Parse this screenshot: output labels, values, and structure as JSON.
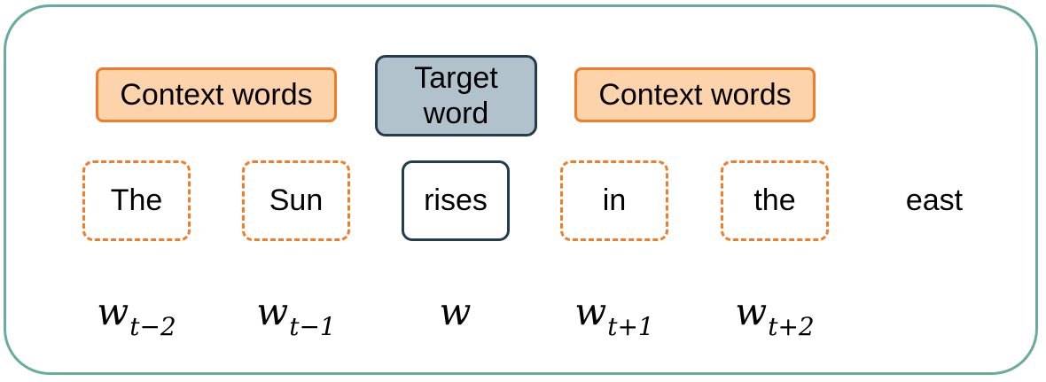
{
  "headers": {
    "context_left": "Context words",
    "target": "Target word",
    "context_right": "Context words"
  },
  "words": [
    {
      "text": "The",
      "role": "context"
    },
    {
      "text": "Sun",
      "role": "context"
    },
    {
      "text": "rises",
      "role": "target"
    },
    {
      "text": "in",
      "role": "context"
    },
    {
      "text": "the",
      "role": "context"
    },
    {
      "text": "east",
      "role": "none"
    }
  ],
  "symbols": [
    {
      "base": "w",
      "sub": "t−2"
    },
    {
      "base": "w",
      "sub": "t−1"
    },
    {
      "base": "w",
      "sub": ""
    },
    {
      "base": "w",
      "sub": "t+1"
    },
    {
      "base": "w",
      "sub": "t+2"
    }
  ],
  "colors": {
    "frame": "#6aab9f",
    "context_fill": "#fdd3ab",
    "context_border": "#f07d2a",
    "target_fill": "#b1c2cd",
    "target_border": "#233d4f"
  }
}
